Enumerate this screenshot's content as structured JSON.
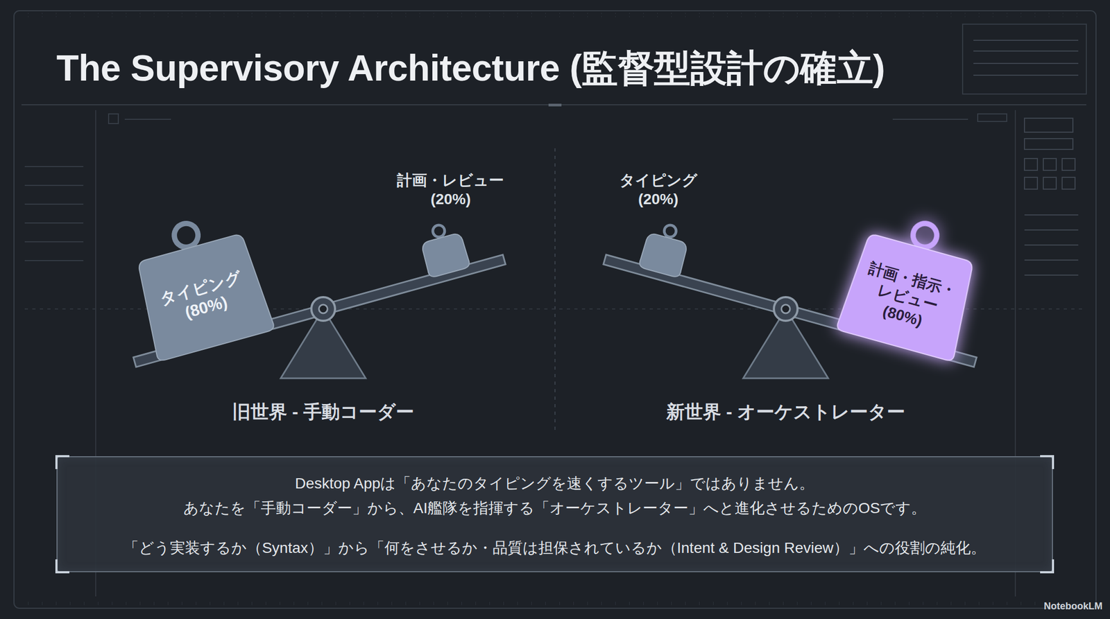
{
  "diagram": {
    "title": "The Supervisory Architecture (監督型設計の確立)",
    "nodes": [
      {
        "text": [
          "タイピング (80%)"
        ]
      },
      {
        "text": [
          "計画・レビュー (20%)"
        ]
      },
      {
        "text": [
          "タイピング (20%)"
        ]
      },
      {
        "text": [
          "計画・指示・レビュー (80%)"
        ]
      },
      {
        "text": [
          "Desktop Appは「あなたのタイピングを速くするツール」ではありません。",
          "あなたを「手動コーダー」から、AI艦隊を指揮する「オーケストレーター」へと進化させるためのOSです。",
          "「どう実装するか（Syntax）」から「何をさせるか・品質は担保されているか（Intent & Design Review）」への役割の純化。"
        ]
      }
    ],
    "labels": [
      "旧世界 - 手動コーダー",
      "新世界 - オーケストレーター",
      "NotebookLM"
    ]
  }
}
